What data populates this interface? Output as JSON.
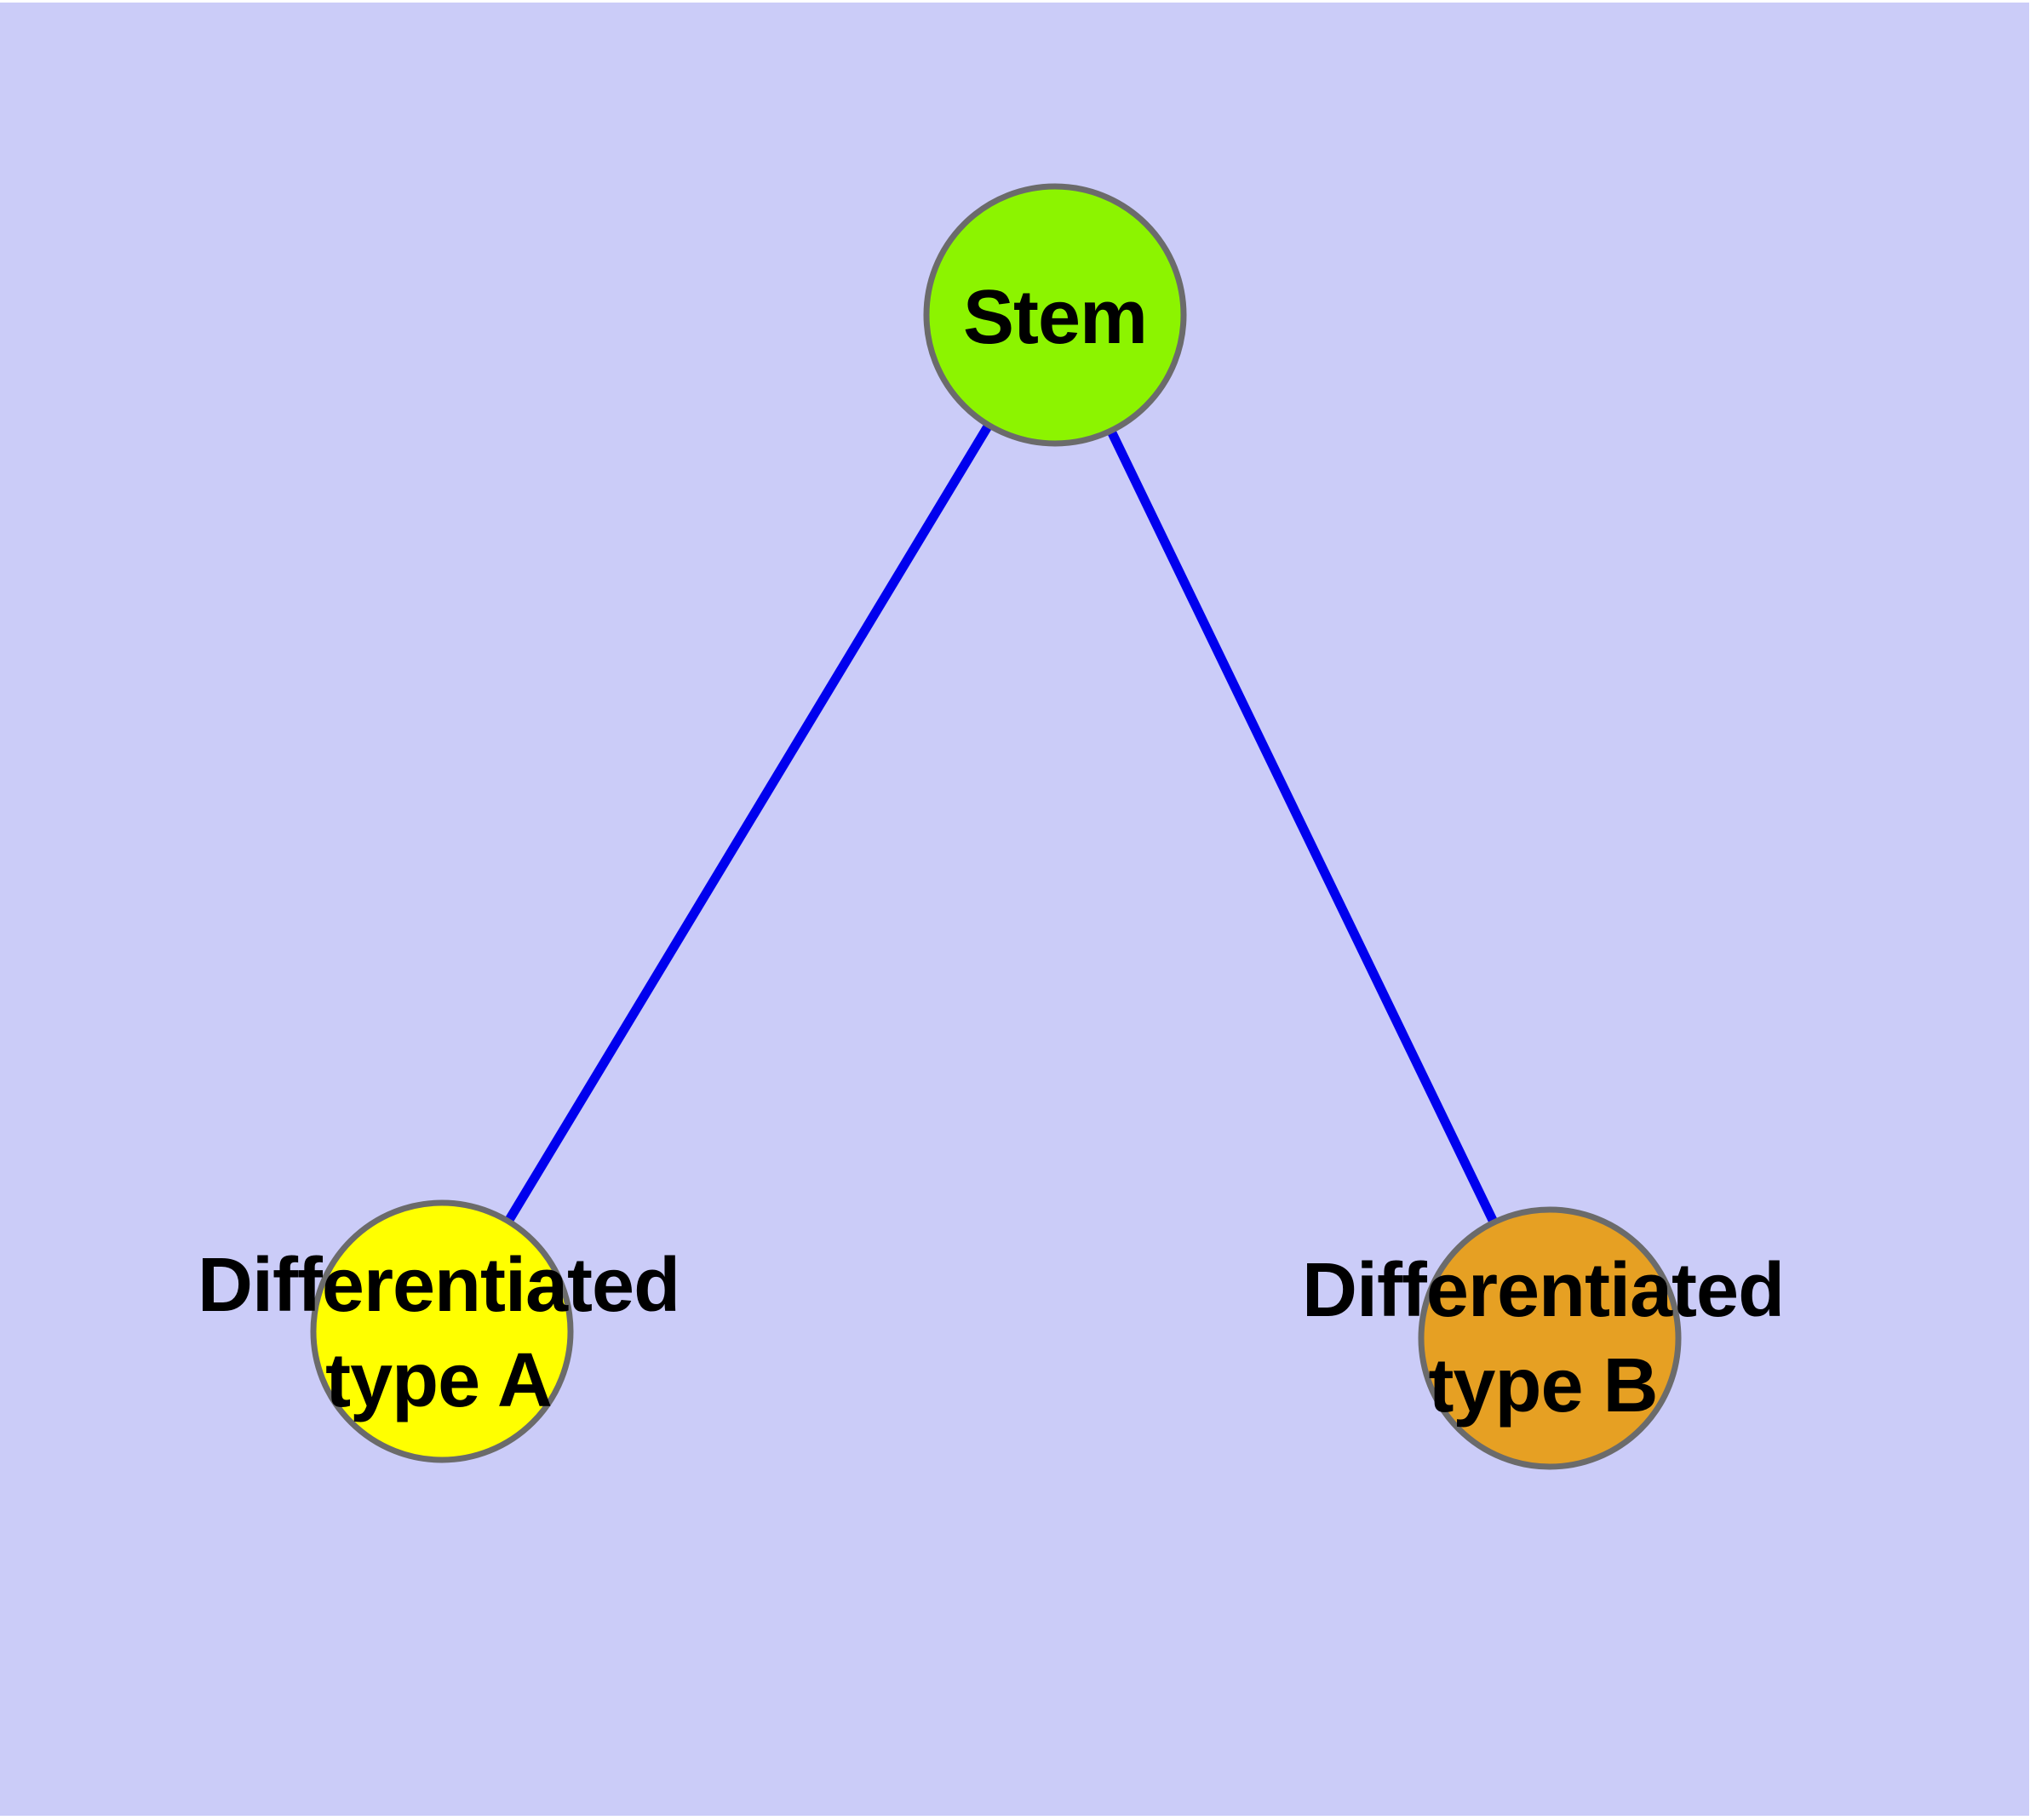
{
  "figure": {
    "background_color": "#ffffff",
    "plot_background_color": "#cbccf8"
  },
  "graph": {
    "edge_color": "#0000ee",
    "node_border_color": "#6b6b6b",
    "label_text_color": "#000000",
    "nodes": [
      {
        "id": "stem",
        "label": "Stem",
        "color": "#8cf400"
      },
      {
        "id": "differentiated-type-a",
        "label": "Differentiated\ntype A",
        "color": "#ffff00"
      },
      {
        "id": "differentiated-type-b",
        "label": "Differentiated\ntype B",
        "color": "#e6a023"
      }
    ],
    "edges": [
      {
        "from": "stem",
        "to": "differentiated-type-a"
      },
      {
        "from": "stem",
        "to": "differentiated-type-b"
      }
    ]
  }
}
